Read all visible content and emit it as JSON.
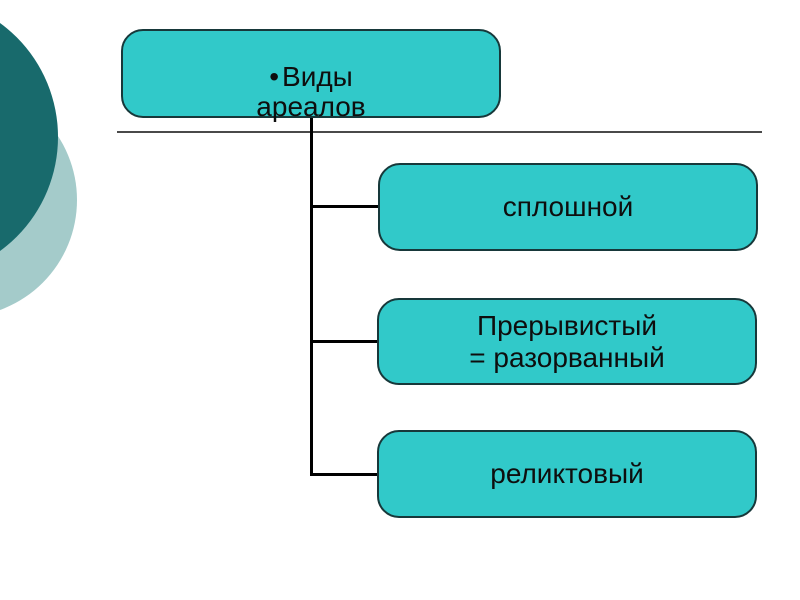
{
  "slide": {
    "title": {
      "bullet": "•",
      "text": "Виды\nареалов"
    },
    "nodes": [
      {
        "label": "сплошной"
      },
      {
        "label": "Прерывистый\n= разорванный"
      },
      {
        "label": "реликтовый"
      }
    ],
    "colors": {
      "background": "#FFFFFF",
      "box_fill": "#31C9C9",
      "box_border": "#17383A",
      "text": "#0E0E0E",
      "connector": "#000000",
      "divider": "#4A4A4A",
      "circle_dark": "#186A6C",
      "circle_light": "#A4CBCA"
    }
  }
}
